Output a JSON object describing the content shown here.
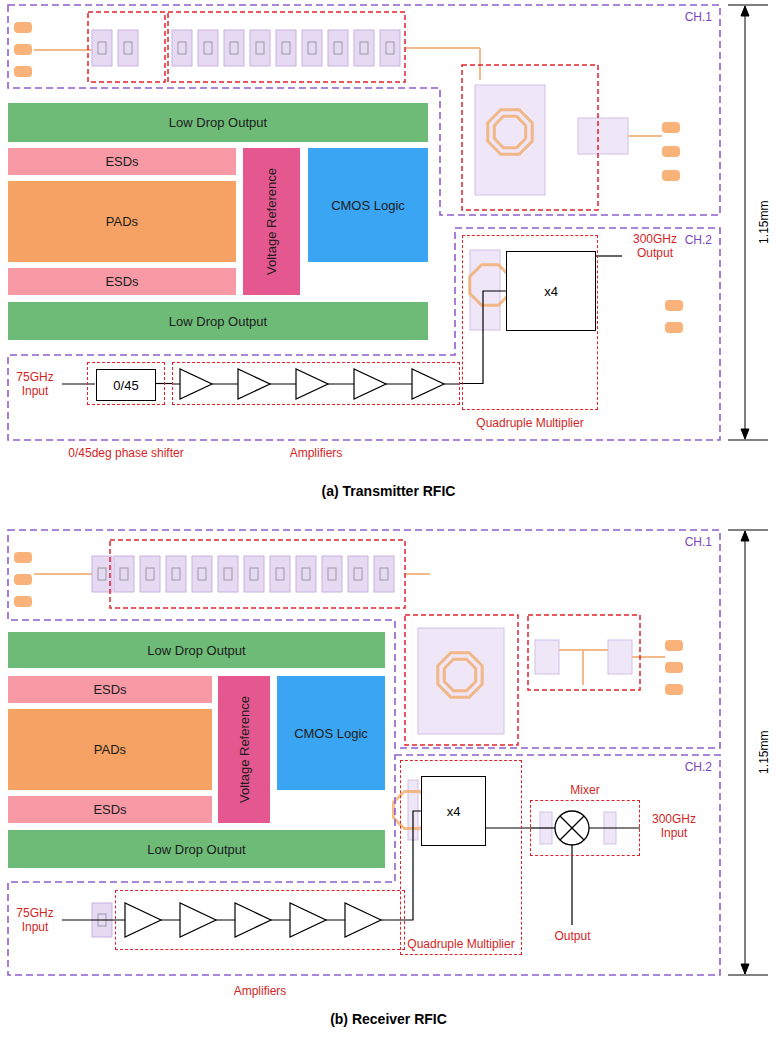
{
  "diagram": {
    "nodes": [
      {
        "text": [
          "CH.1"
        ]
      },
      {
        "text": [
          "Low Drop Output"
        ]
      },
      {
        "text": [
          "ESDs"
        ]
      },
      {
        "text": [
          "PADs"
        ]
      },
      {
        "text": [
          "ESDs"
        ]
      },
      {
        "text": [
          "Voltage Reference"
        ]
      },
      {
        "text": [
          "CMOS Logic"
        ]
      },
      {
        "text": [
          "Low Drop Output"
        ]
      },
      {
        "text": [
          "CH.2"
        ]
      },
      {
        "text": [
          "0/45deg phase shifter"
        ],
        "in": 8
      },
      {
        "text": [
          "0/45"
        ],
        "in": 9
      },
      {
        "text": [
          "Amplifiers"
        ],
        "in": 8
      },
      {
        "text": [
          "Quadruple Multiplier"
        ],
        "in": 8
      },
      {
        "text": [
          "x4"
        ],
        "in": 12
      },
      {
        "text": [
          "CH.1"
        ]
      },
      {
        "text": [
          "Low Drop Output"
        ]
      },
      {
        "text": [
          "ESDs"
        ]
      },
      {
        "text": [
          "PADs"
        ]
      },
      {
        "text": [
          "ESDs"
        ]
      },
      {
        "text": [
          "Voltage Reference"
        ]
      },
      {
        "text": [
          "CMOS Logic"
        ]
      },
      {
        "text": [
          "Low Drop Output"
        ]
      },
      {
        "text": [
          "CH.2"
        ]
      },
      {
        "text": [
          "Amplifiers"
        ],
        "in": 22
      },
      {
        "text": [
          "Quadruple Multiplier"
        ],
        "in": 22
      },
      {
        "text": [
          "x4"
        ],
        "in": 24
      },
      {
        "text": [
          "Mixer"
        ],
        "in": 22
      }
    ],
    "edges": [
      {
        "from": 10,
        "to": 11,
        "arrow": "none"
      },
      {
        "from": 11,
        "to": 13,
        "arrow": "none"
      },
      {
        "from": 23,
        "to": 25,
        "arrow": "none"
      },
      {
        "from": 25,
        "to": 26,
        "arrow": "none"
      }
    ],
    "labels": [
      "75GHz Input",
      "300GHz Output",
      "1.15mm",
      "(a) Transmitter RFIC",
      "75GHz Input",
      "300GHz Input",
      "Output",
      "1.15mm",
      "(b) Receiver RFIC"
    ]
  }
}
